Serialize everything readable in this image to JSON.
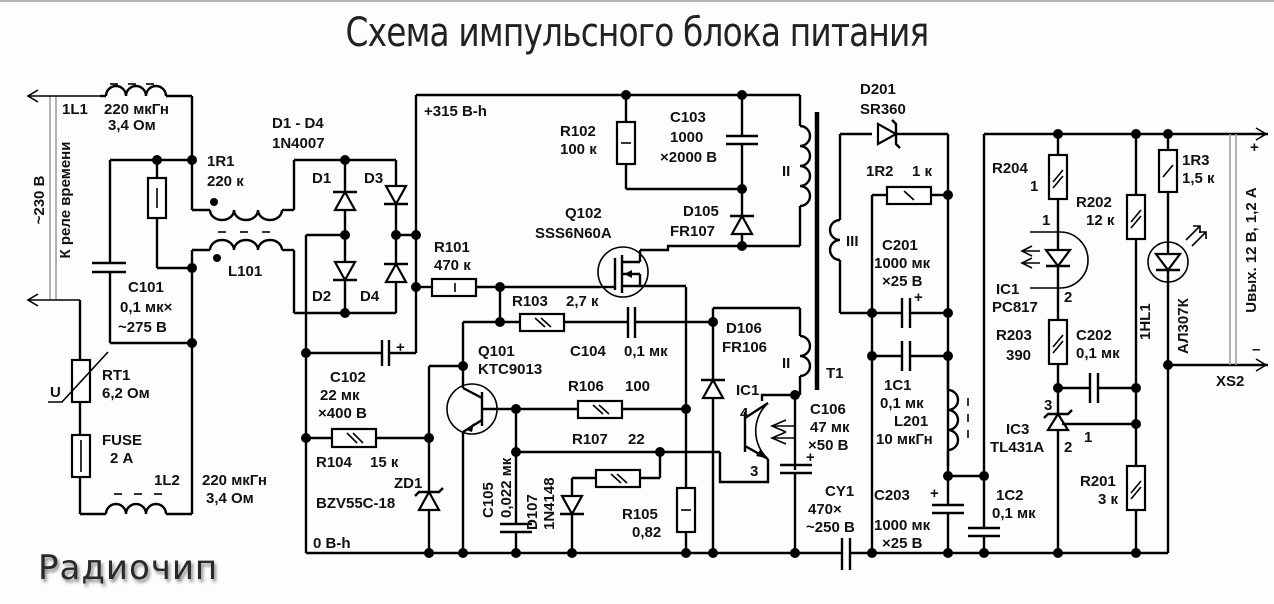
{
  "title": "Схема импульсного блока питания",
  "watermark": "Радиочип",
  "input": {
    "voltage": "~230 В",
    "relay_note": "К реле времени"
  },
  "output": {
    "label": "Uвых. 12 В, 1,2 А",
    "plus": "+",
    "minus": "–",
    "connector": "XS2"
  },
  "rails": {
    "hv_plus": "+315 В-h",
    "hv_zero": "0 В-h"
  },
  "components": {
    "L1_1": {
      "ref": "1L1",
      "value": "220 мкГн",
      "value2": "3,4 Ом"
    },
    "L1_2": {
      "ref": "1L2",
      "value": "220 мкГн",
      "value2": "3,4 Ом"
    },
    "R1_1": {
      "ref": "1R1",
      "value": "220 к"
    },
    "L101": {
      "ref": "L101"
    },
    "C101": {
      "ref": "C101",
      "value": "0,1 мк×",
      "value2": "~275 В"
    },
    "RT1": {
      "ref": "RT1",
      "value": "6,2 Ом",
      "symbol": "U"
    },
    "FUSE": {
      "ref": "FUSE",
      "value": "2 А"
    },
    "D1_D4": {
      "ref": "D1 - D4",
      "value": "1N4007",
      "d1": "D1",
      "d2": "D2",
      "d3": "D3",
      "d4": "D4"
    },
    "C102": {
      "ref": "C102",
      "value": "22 мк",
      "value2": "×400 В"
    },
    "R104": {
      "ref": "R104",
      "value": "15 к"
    },
    "ZD1": {
      "ref": "ZD1",
      "value": "BZV55C-18"
    },
    "R101": {
      "ref": "R101",
      "value": "470 к"
    },
    "R102": {
      "ref": "R102",
      "value": "100 к"
    },
    "C103": {
      "ref": "C103",
      "value": "1000",
      "value2": "×2000 В"
    },
    "D105": {
      "ref": "D105",
      "value": "FR107"
    },
    "Q102": {
      "ref": "Q102",
      "value": "SSS6N60A"
    },
    "R103": {
      "ref": "R103",
      "value": "2,7 к"
    },
    "C104": {
      "ref": "C104",
      "value": "0,1 мк"
    },
    "Q101": {
      "ref": "Q101",
      "value": "KTC9013"
    },
    "R106": {
      "ref": "R106",
      "value": "100"
    },
    "R107": {
      "ref": "R107",
      "value": "22"
    },
    "C105": {
      "ref": "C105",
      "value": "0,022 мк"
    },
    "D107": {
      "ref": "D107",
      "value": "1N4148"
    },
    "R105": {
      "ref": "R105",
      "value": "0,82"
    },
    "D106": {
      "ref": "D106",
      "value": "FR106"
    },
    "IC1_tr": {
      "ref": "IC1",
      "pin4": "4",
      "pin3": "3"
    },
    "C106": {
      "ref": "C106",
      "value": "47 мк",
      "value2": "×50 В"
    },
    "CY1": {
      "ref": "CY1",
      "value": "470×",
      "value2": "~250 В"
    },
    "T1": {
      "ref": "T1",
      "w1": "II",
      "w2": "III",
      "w3": "II"
    },
    "D201": {
      "ref": "D201",
      "value": "SR360"
    },
    "R2_1": {
      "ref": "1R2",
      "value": "1 к"
    },
    "C201": {
      "ref": "C201",
      "value": "1000 мк",
      "value2": "×25 В"
    },
    "C1_1": {
      "ref": "1C1",
      "value": "0,1 мк"
    },
    "L201": {
      "ref": "L201",
      "value": "10 мкГн"
    },
    "C203": {
      "ref": "C203",
      "value": "1000 мк",
      "value2": "×25 В"
    },
    "C1_2": {
      "ref": "1C2",
      "value": "0,1 мк"
    },
    "R204": {
      "ref": "R204",
      "value": "1"
    },
    "IC1_led": {
      "ref": "IC1",
      "value": "PC817",
      "pin1": "1",
      "pin2": "2"
    },
    "R203": {
      "ref": "R203",
      "value": "390"
    },
    "C202": {
      "ref": "C202",
      "value": "0,1 мк"
    },
    "IC3": {
      "ref": "IC3",
      "value": "TL431A",
      "pin3": "3",
      "pin1": "1",
      "pin2": "2"
    },
    "R201": {
      "ref": "R201",
      "value": "3 к"
    },
    "R202": {
      "ref": "R202",
      "value": "12 к"
    },
    "R3_1": {
      "ref": "1R3",
      "value": "1,5 к"
    },
    "HL1_1": {
      "ref": "1HL1",
      "value": "АЛ307К"
    }
  }
}
